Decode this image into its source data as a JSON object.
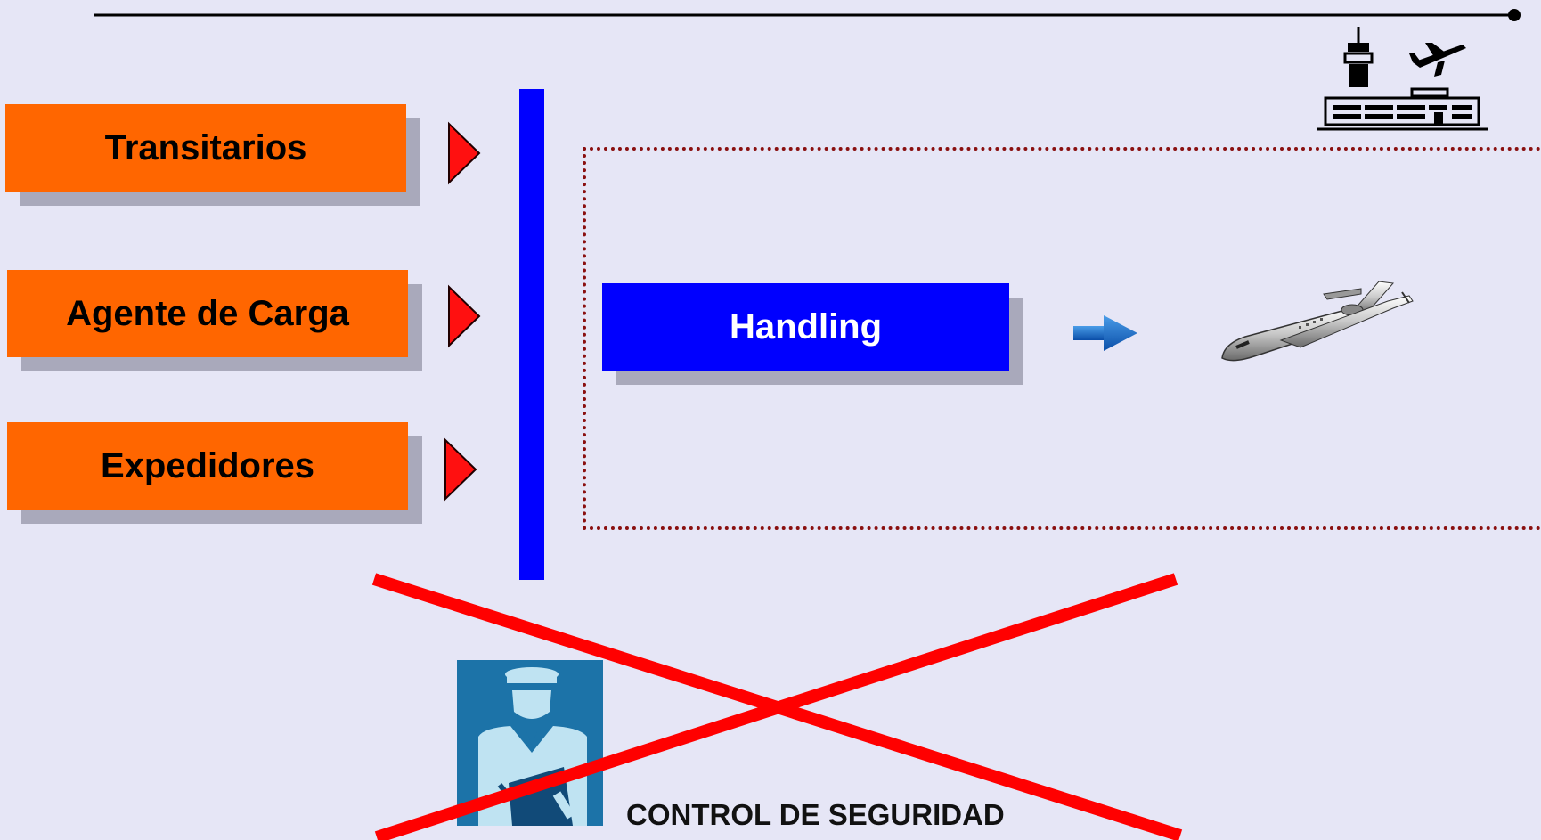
{
  "nodes": {
    "transitarios": "Transitarios",
    "agente": "Agente de Carga",
    "expedidores": "Expedidores",
    "handling": "Handling"
  },
  "security": {
    "label": "CONTROL DE SEGURIDAD"
  },
  "colors": {
    "background": "#e6e6f6",
    "source_box": "#ff6600",
    "handling_box": "#0000ff",
    "arrow": "#e00000",
    "cross": "#ff0000",
    "frame": "#8a1010"
  },
  "icons": [
    "airport-tower-icon",
    "airplane-icon",
    "jet-aircraft-icon",
    "security-officer-icon"
  ]
}
